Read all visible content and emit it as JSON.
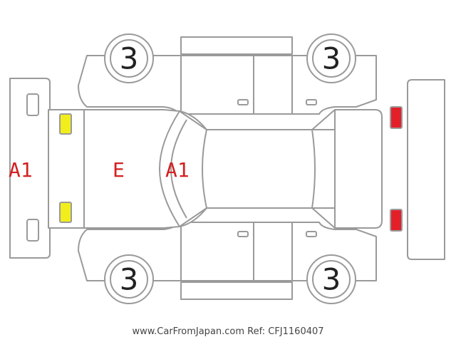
{
  "labels": {
    "front_bumper_code": "A1",
    "hood_code": "E",
    "windshield_code": "A1"
  },
  "wheels": {
    "front_left": "3",
    "rear_left": "3",
    "front_right": "3",
    "rear_right": "3"
  },
  "footer": {
    "credit": "www.CarFromJapan.com Ref: CFJ1160407"
  },
  "colors": {
    "headlight": "#f2ee1c",
    "taillight": "#e3202a",
    "label_red": "#d42020",
    "outline_gray": "#9a9a9a"
  }
}
